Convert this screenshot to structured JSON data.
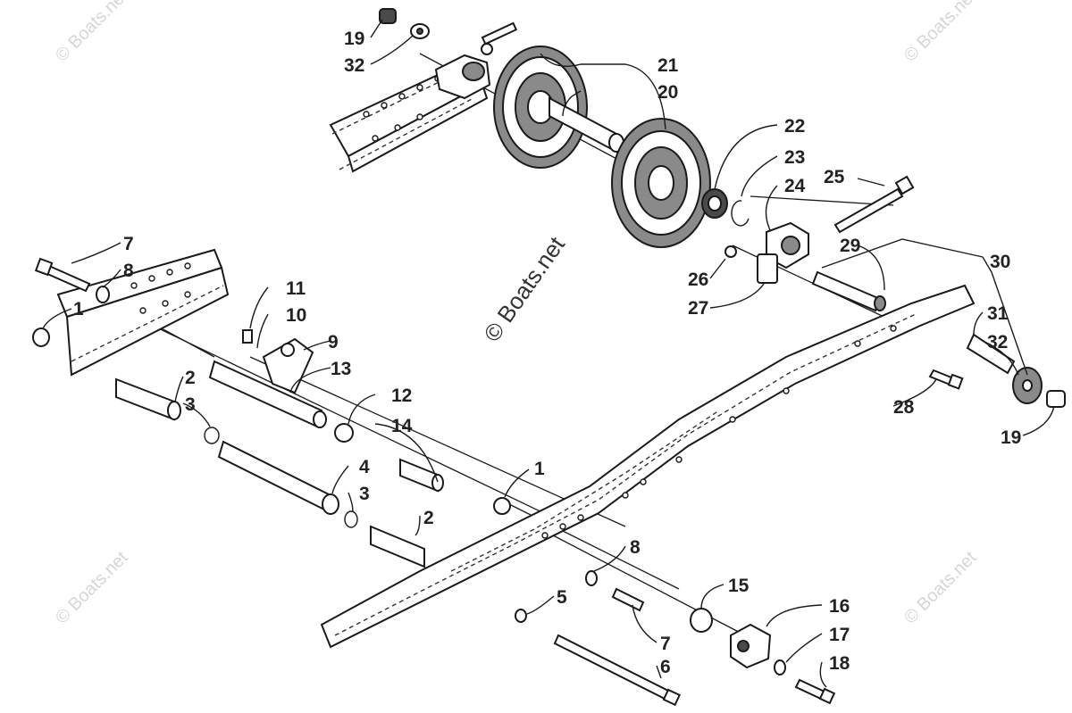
{
  "watermark": {
    "center": "© Boats.net",
    "corner": "© Boats.net"
  },
  "callouts": [
    {
      "id": "c19a",
      "text": "19"
    },
    {
      "id": "c32a",
      "text": "32"
    },
    {
      "id": "c21",
      "text": "21"
    },
    {
      "id": "c20",
      "text": "20"
    },
    {
      "id": "c22",
      "text": "22"
    },
    {
      "id": "c23",
      "text": "23"
    },
    {
      "id": "c24",
      "text": "24"
    },
    {
      "id": "c25",
      "text": "25"
    },
    {
      "id": "c29",
      "text": "29"
    },
    {
      "id": "c30",
      "text": "30"
    },
    {
      "id": "c26",
      "text": "26"
    },
    {
      "id": "c27",
      "text": "27"
    },
    {
      "id": "c31",
      "text": "31"
    },
    {
      "id": "c32b",
      "text": "32"
    },
    {
      "id": "c28",
      "text": "28"
    },
    {
      "id": "c19b",
      "text": "19"
    },
    {
      "id": "c7a",
      "text": "7"
    },
    {
      "id": "c8a",
      "text": "8"
    },
    {
      "id": "c1a",
      "text": "1"
    },
    {
      "id": "c11",
      "text": "11"
    },
    {
      "id": "c10",
      "text": "10"
    },
    {
      "id": "c9",
      "text": "9"
    },
    {
      "id": "c13",
      "text": "13"
    },
    {
      "id": "c2a",
      "text": "2"
    },
    {
      "id": "c3a",
      "text": "3"
    },
    {
      "id": "c12",
      "text": "12"
    },
    {
      "id": "c14",
      "text": "14"
    },
    {
      "id": "c1b",
      "text": "1"
    },
    {
      "id": "c4",
      "text": "4"
    },
    {
      "id": "c3b",
      "text": "3"
    },
    {
      "id": "c2b",
      "text": "2"
    },
    {
      "id": "c8b",
      "text": "8"
    },
    {
      "id": "c15",
      "text": "15"
    },
    {
      "id": "c5",
      "text": "5"
    },
    {
      "id": "c16",
      "text": "16"
    },
    {
      "id": "c7b",
      "text": "7"
    },
    {
      "id": "c17",
      "text": "17"
    },
    {
      "id": "c6",
      "text": "6"
    },
    {
      "id": "c18",
      "text": "18"
    }
  ]
}
